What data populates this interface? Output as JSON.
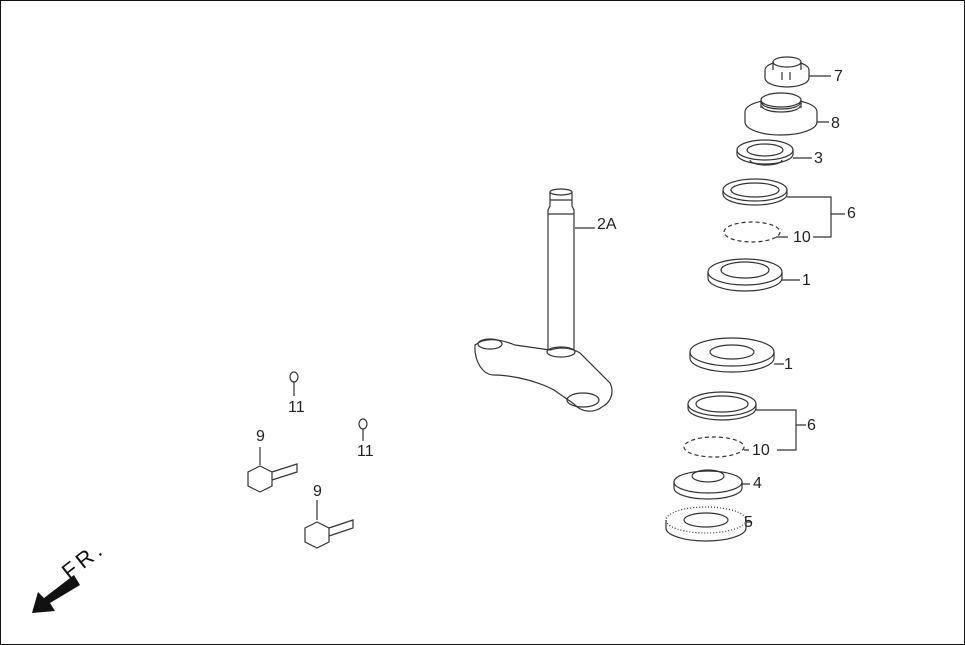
{
  "diagram": {
    "type": "exploded parts diagram",
    "subject": "steering stem assembly",
    "direction_indicator": {
      "label": "FR.",
      "icon": "arrow-front-icon"
    },
    "parts": [
      {
        "ref": "7",
        "name": "lock-nut"
      },
      {
        "ref": "8",
        "name": "adjusting-nut"
      },
      {
        "ref": "3",
        "name": "upper-race-cone"
      },
      {
        "ref": "6",
        "name": "bearing-assembly-upper"
      },
      {
        "ref": "10",
        "name": "steel-balls-upper"
      },
      {
        "ref": "1",
        "name": "outer-race-upper"
      },
      {
        "ref": "2A",
        "name": "steering-stem"
      },
      {
        "ref": "1",
        "name": "outer-race-lower"
      },
      {
        "ref": "6",
        "name": "bearing-assembly-lower"
      },
      {
        "ref": "10",
        "name": "steel-balls-lower"
      },
      {
        "ref": "4",
        "name": "lower-race-cone"
      },
      {
        "ref": "5",
        "name": "dust-seal"
      },
      {
        "ref": "11",
        "name": "washer-a"
      },
      {
        "ref": "11",
        "name": "washer-b"
      },
      {
        "ref": "9",
        "name": "bolt-a"
      },
      {
        "ref": "9",
        "name": "bolt-b"
      }
    ]
  }
}
